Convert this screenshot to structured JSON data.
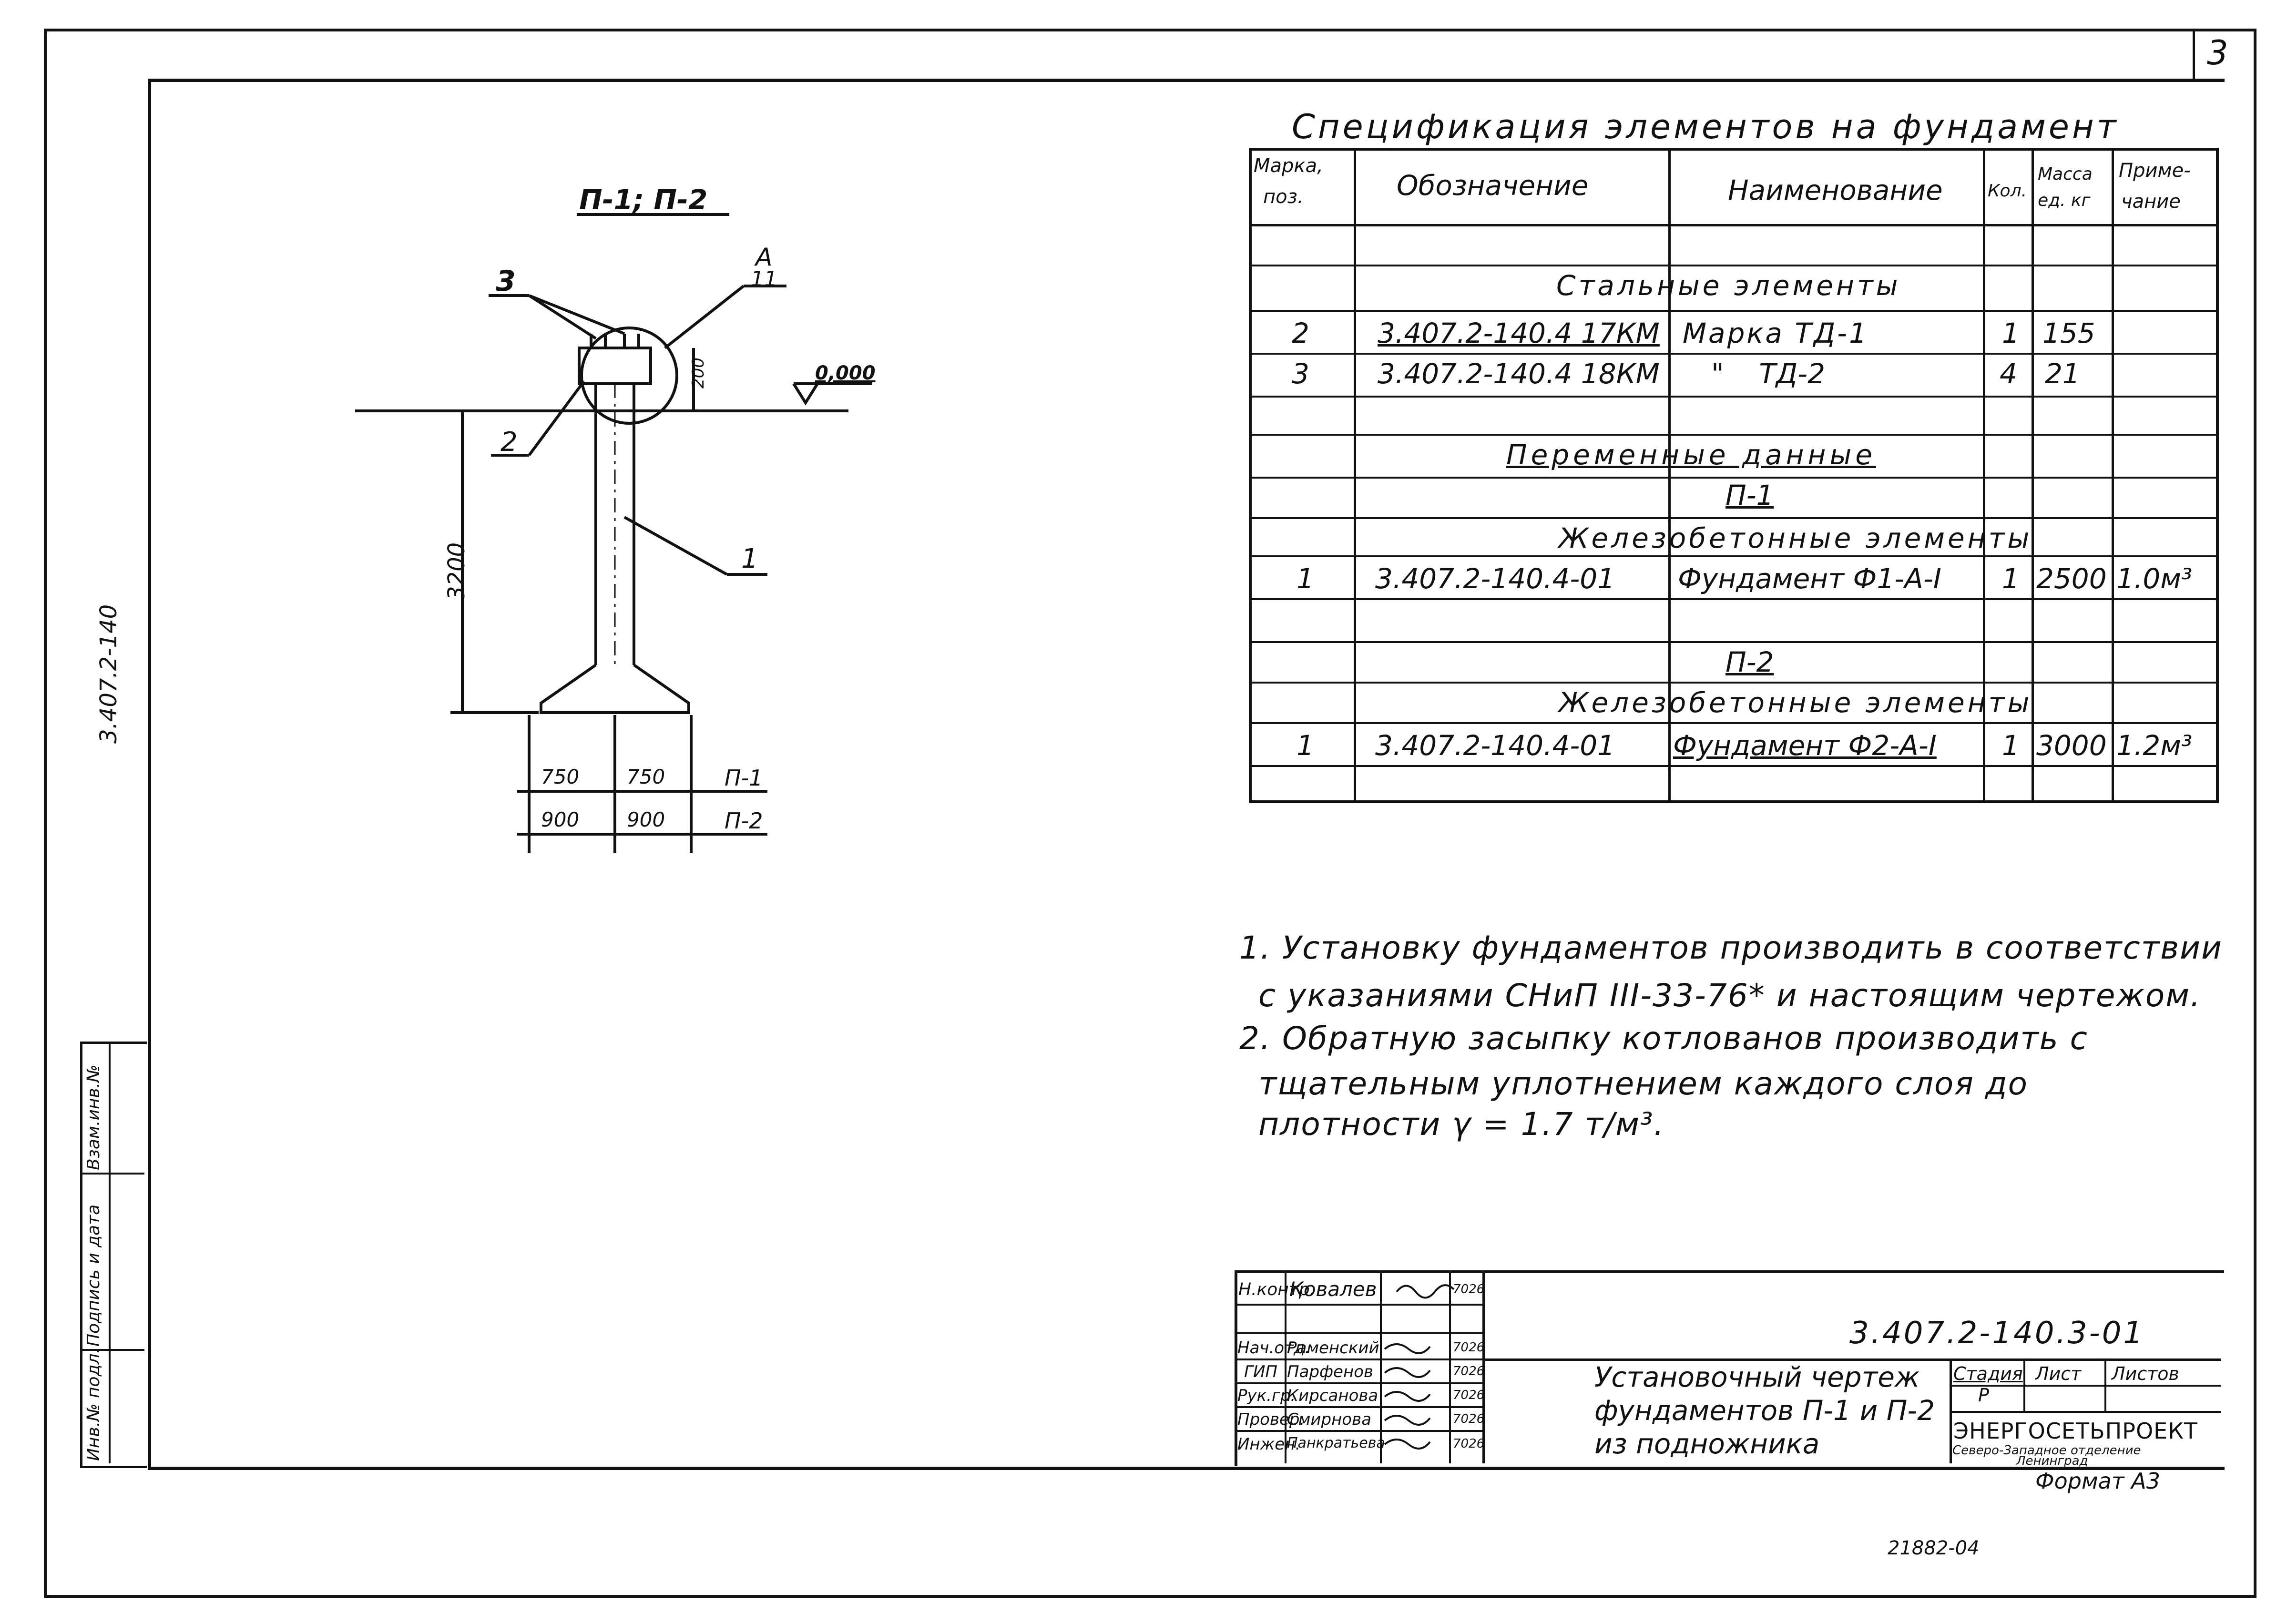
{
  "sheet_number": "3",
  "side_code": "3.407.2-140",
  "drawing": {
    "title": "П-1; П-2",
    "callout_3": "3",
    "callout_A": "А",
    "callout_11": "11",
    "callout_2": "2",
    "callout_1": "1",
    "elevation": "0,000",
    "dim_200": "200",
    "dim_3200": "3200",
    "dims_p1": [
      "750",
      "750"
    ],
    "dims_p2": [
      "900",
      "900"
    ],
    "label_p1": "П-1",
    "label_p2": "П-2"
  },
  "spec": {
    "title": "Спецификация элементов на фундамент",
    "headers": {
      "mark": [
        "Марка,",
        "поз."
      ],
      "designation": "Обозначение",
      "name": "Наименование",
      "qty": "Кол.",
      "mass": [
        "Масса",
        "ед. кг"
      ],
      "note": [
        "Приме-",
        "чание"
      ]
    },
    "section_steel": "Стальные элементы",
    "steel_rows": [
      {
        "mark": "2",
        "designation": "3.407.2-140.4 17КМ",
        "name": "Марка ТД-1",
        "qty": "1",
        "mass": "155",
        "note": ""
      },
      {
        "mark": "3",
        "designation": "3.407.2-140.4 18КМ",
        "name": "\"    ТД-2",
        "qty": "4",
        "mass": "21",
        "note": ""
      }
    ],
    "section_variable": "Переменные данные",
    "sub_p1": "П-1",
    "section_rc_1": "Железобетонные элементы",
    "row_p1": {
      "mark": "1",
      "designation": "3.407.2-140.4-01",
      "name": "Фундамент Ф1-А-I",
      "qty": "1",
      "mass": "2500",
      "note": "1.0м³"
    },
    "sub_p2": "П-2",
    "section_rc_2": "Железобетонные элементы",
    "row_p2": {
      "mark": "1",
      "designation": "3.407.2-140.4-01",
      "name": "Фундамент Ф2-А-I",
      "qty": "1",
      "mass": "3000",
      "note": "1.2м³"
    }
  },
  "notes": [
    "1. Установку фундаментов производить в соответствии",
    "с указаниями СНиП III-33-76* и настоящим чертежом.",
    "2. Обратную засыпку котлованов производить с",
    "тщательным уплотнением каждого слоя до",
    "плотности γ = 1.7 т/м³."
  ],
  "stamp": {
    "code": "3.407.2-140.3-01",
    "roles": [
      "Н.контр.",
      "",
      "Нач.отд.",
      "ГИП",
      "Рук.гр.",
      "Провер.",
      "Инжен."
    ],
    "names": [
      "Ковалев",
      "",
      "Раменский",
      "Парфенов",
      "Кирсанова",
      "Смирнова",
      "Панкратьева"
    ],
    "dates": [
      "7026",
      "",
      "7026",
      "7026",
      "7026",
      "7026",
      "7026"
    ],
    "title_lines": [
      "Установочный чертеж",
      "фундаментов П-1 и П-2",
      "из подножника"
    ],
    "stage_label": "Стадия",
    "sheet_label": "Лист",
    "sheets_label": "Листов",
    "stage_value": "Р",
    "org": "ЭНЕРГОСЕТЬПРОЕКТ",
    "org_sub1": "Северо-Западное отделение",
    "org_sub2": "Ленинград",
    "format": "Формат А3",
    "inventory": "21882-04"
  },
  "side_stamp": {
    "labels": [
      "Инв.№ подл.",
      "Подпись и дата",
      "Взам.инв.№"
    ]
  }
}
